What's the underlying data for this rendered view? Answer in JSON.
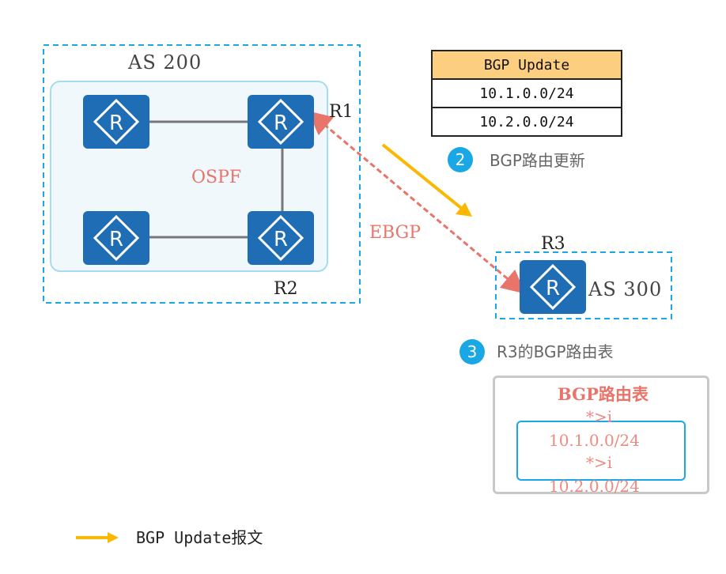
{
  "as200": {
    "label": "AS 200",
    "igp_label": "OSPF",
    "r1_label": "R1",
    "r2_label": "R2"
  },
  "as300": {
    "label": "AS 300",
    "r3_label": "R3"
  },
  "ebgp_label": "EBGP",
  "update_table": {
    "header": "BGP Update",
    "rows": [
      "10.1.0.0/24",
      "10.2.0.0/24"
    ]
  },
  "steps": [
    {
      "number": "2",
      "text": "BGP路由更新"
    },
    {
      "number": "3",
      "text": "R3的BGP路由表"
    }
  ],
  "routing_table": {
    "title": "BGP路由表",
    "entries": [
      {
        "flag": "*>i",
        "prefix": "10.1.0.0/24"
      },
      {
        "flag": "*>i",
        "prefix": "10.2.0.0/24"
      }
    ]
  },
  "legend": {
    "text": "BGP Update报文"
  },
  "colors": {
    "router": "#1f6db5",
    "ebgp_link": "#e8746a",
    "update_arrow": "#fbb800",
    "as_border": "#1aa7e6",
    "table_header": "#fccf80",
    "step_circle": "#1aa7e6"
  },
  "icons": {
    "router": "router-icon"
  }
}
